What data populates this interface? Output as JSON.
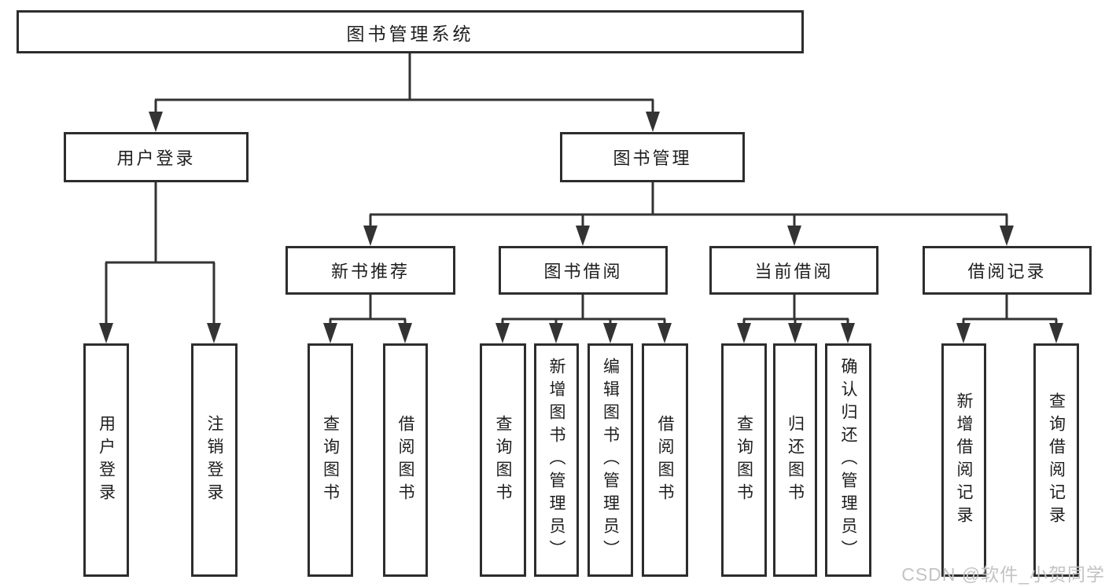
{
  "diagram": {
    "root": {
      "label": "图书管理系统",
      "children": [
        {
          "label": "用户登录",
          "children": [
            {
              "label": "用户登录"
            },
            {
              "label": "注销登录"
            }
          ]
        },
        {
          "label": "图书管理",
          "children": [
            {
              "label": "新书推荐",
              "children": [
                {
                  "label": "查询图书"
                },
                {
                  "label": "借阅图书"
                }
              ]
            },
            {
              "label": "图书借阅",
              "children": [
                {
                  "label": "查询图书"
                },
                {
                  "label": "新增图书（管理员）"
                },
                {
                  "label": "编辑图书（管理员）"
                },
                {
                  "label": "借阅图书"
                }
              ]
            },
            {
              "label": "当前借阅",
              "children": [
                {
                  "label": "查询图书"
                },
                {
                  "label": "归还图书"
                },
                {
                  "label": "确认归还（管理员）"
                }
              ]
            },
            {
              "label": "借阅记录",
              "children": [
                {
                  "label": "新增借阅记录"
                },
                {
                  "label": "查询借阅记录"
                }
              ]
            }
          ]
        }
      ]
    }
  },
  "watermark": {
    "text": "CSDN @软件_小贺同学"
  },
  "colors": {
    "line": "#333333",
    "box_border": "#2d2d2d",
    "box_fill": "#ffffff",
    "text": "#1e1e1e",
    "watermark": "#c3c3c3",
    "background": "#ffffff"
  }
}
